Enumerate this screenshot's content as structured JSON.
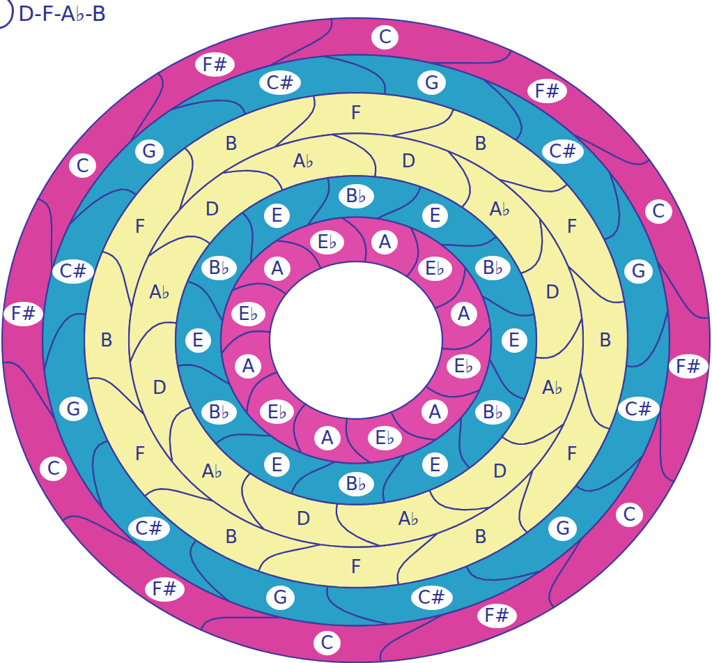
{
  "diagram": {
    "nodes": [
      {
        "text": [
          "C"
        ]
      },
      {
        "text": [
          "F#"
        ]
      },
      {
        "text": [
          "C"
        ]
      },
      {
        "text": [
          "F#"
        ]
      },
      {
        "text": [
          "C"
        ]
      },
      {
        "text": [
          "F#"
        ]
      },
      {
        "text": [
          "C"
        ]
      },
      {
        "text": [
          "F#"
        ]
      },
      {
        "text": [
          "C"
        ]
      },
      {
        "text": [
          "F#"
        ]
      },
      {
        "text": [
          "C"
        ]
      },
      {
        "text": [
          "F#"
        ]
      },
      {
        "text": [
          "G"
        ]
      },
      {
        "text": [
          "C#"
        ]
      },
      {
        "text": [
          "G"
        ]
      },
      {
        "text": [
          "C#"
        ]
      },
      {
        "text": [
          "G"
        ]
      },
      {
        "text": [
          "C#"
        ]
      },
      {
        "text": [
          "G"
        ]
      },
      {
        "text": [
          "C#"
        ]
      },
      {
        "text": [
          "G"
        ]
      },
      {
        "text": [
          "C#"
        ]
      },
      {
        "text": [
          "G"
        ]
      },
      {
        "text": [
          "C#"
        ]
      },
      {
        "text": [
          "F"
        ]
      },
      {
        "text": [
          "B"
        ]
      },
      {
        "text": [
          "F"
        ]
      },
      {
        "text": [
          "B"
        ]
      },
      {
        "text": [
          "F"
        ]
      },
      {
        "text": [
          "B"
        ]
      },
      {
        "text": [
          "F"
        ]
      },
      {
        "text": [
          "B"
        ]
      },
      {
        "text": [
          "F"
        ]
      },
      {
        "text": [
          "B"
        ]
      },
      {
        "text": [
          "F"
        ]
      },
      {
        "text": [
          "B"
        ]
      },
      {
        "text": [
          "D"
        ]
      },
      {
        "text": [
          "A♭"
        ]
      },
      {
        "text": [
          "D"
        ]
      },
      {
        "text": [
          "A♭"
        ]
      },
      {
        "text": [
          "D"
        ]
      },
      {
        "text": [
          "A♭"
        ]
      },
      {
        "text": [
          "D"
        ]
      },
      {
        "text": [
          "A♭"
        ]
      },
      {
        "text": [
          "D"
        ]
      },
      {
        "text": [
          "A♭"
        ]
      },
      {
        "text": [
          "D"
        ]
      },
      {
        "text": [
          "A♭"
        ]
      },
      {
        "text": [
          "B♭"
        ]
      },
      {
        "text": [
          "E"
        ]
      },
      {
        "text": [
          "B♭"
        ]
      },
      {
        "text": [
          "E"
        ]
      },
      {
        "text": [
          "B♭"
        ]
      },
      {
        "text": [
          "E"
        ]
      },
      {
        "text": [
          "B♭"
        ]
      },
      {
        "text": [
          "E"
        ]
      },
      {
        "text": [
          "B♭"
        ]
      },
      {
        "text": [
          "E"
        ]
      },
      {
        "text": [
          "B♭"
        ]
      },
      {
        "text": [
          "E"
        ]
      },
      {
        "text": [
          "A"
        ]
      },
      {
        "text": [
          "E♭"
        ]
      },
      {
        "text": [
          "A"
        ]
      },
      {
        "text": [
          "E♭"
        ]
      },
      {
        "text": [
          "A"
        ]
      },
      {
        "text": [
          "E♭"
        ]
      },
      {
        "text": [
          "A"
        ]
      },
      {
        "text": [
          "E♭"
        ]
      },
      {
        "text": [
          "A"
        ]
      },
      {
        "text": [
          "E♭"
        ]
      },
      {
        "text": [
          "A"
        ]
      },
      {
        "text": [
          "E♭"
        ]
      }
    ],
    "labels": [
      "D-F-A♭-B"
    ]
  }
}
